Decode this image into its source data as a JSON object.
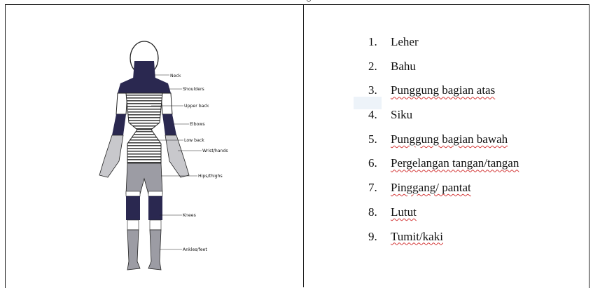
{
  "diagram": {
    "labels": [
      "Neck",
      "Shoulders",
      "Upper back",
      "Elbows",
      "Low back",
      "Wrist/hands",
      "Hips/thighs",
      "Knees",
      "Ankles/feet"
    ]
  },
  "list": {
    "items": [
      {
        "num": "1.",
        "text": "Leher",
        "squiggle": false
      },
      {
        "num": "2.",
        "text": "Bahu",
        "squiggle": false
      },
      {
        "num": "3.",
        "text": "Punggung bagian atas",
        "squiggle": true
      },
      {
        "num": "4.",
        "text": "Siku",
        "squiggle": false
      },
      {
        "num": "5.",
        "text": "Punggung bagian bawah",
        "squiggle": true
      },
      {
        "num": "6.",
        "text": "Pergelangan tangan/tangan",
        "squiggle": true
      },
      {
        "num": "7.",
        "text": "Pinggang/ pantat",
        "squiggle": true
      },
      {
        "num": "8.",
        "text": "Lutut",
        "squiggle": true
      },
      {
        "num": "9.",
        "text": "Tumit/kaki",
        "squiggle": true
      }
    ]
  },
  "colors": {
    "dark_region": "#2a2850",
    "gray_region": "#9c9ca4",
    "light_region": "#c8c8cc",
    "outline": "#222222"
  }
}
